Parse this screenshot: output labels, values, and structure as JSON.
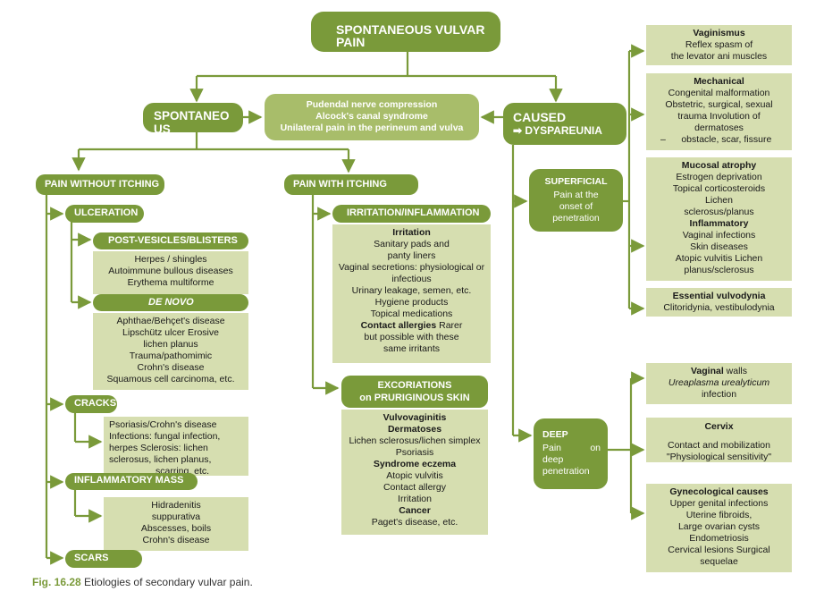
{
  "root": "SPONTANEOUS VULVAR PAIN",
  "spontaneous": "SPONTANEO US",
  "pudendal": [
    "Pudendal nerve compression",
    "Alcock's canal syndrome",
    "Unilateral pain in the perineum and vulva"
  ],
  "caused": {
    "line1": "CAUSED",
    "arrow": "➡",
    "line2": "DYSPAREUNIA"
  },
  "pain_without_itching": "PAIN WITHOUT ITCHING",
  "ulceration": "ULCERATION",
  "post_vesicles": "POST-VESICLES/BLISTERS",
  "post_vesicles_items": [
    "Herpes / shingles",
    "Autoimmune bullous diseases",
    "Erythema multiforme"
  ],
  "de_novo": "DE NOVO",
  "de_novo_items": [
    "Aphthae/Behçet's disease",
    "Lipschütz ulcer Erosive",
    "lichen planus",
    "Trauma/pathomimic",
    "Crohn's disease",
    "Squamous cell carcinoma, etc."
  ],
  "cracks": "CRACKS",
  "cracks_items": [
    "Psoriasis/Crohn's disease",
    "Infections: fungal infection,",
    "herpes Sclerosis: lichen",
    "sclerosus, lichen planus,",
    "scarring, etc."
  ],
  "inflammatory_mass": "INFLAMMATORY MASS",
  "inflammatory_items": [
    "Hidradenitis",
    "suppurativa",
    "Abscesses, boils",
    "Crohn's disease"
  ],
  "scars": "SCARS",
  "pain_with_itching": "PAIN WITH ITCHING",
  "irritation_hdr": "IRRITATION/INFLAMMATION",
  "irritation": {
    "title": "Irritation",
    "l1": "Sanitary pads and",
    "l2": "panty liners",
    "l3": "Vaginal secretions: physiological or",
    "l4": "infectious",
    "l5": "Urinary leakage, semen, etc.",
    "l6": "Hygiene products",
    "l7": "Topical medications",
    "contact_bold": "Contact allergies",
    "contact_rest": " Rarer",
    "l9": "but possible with these",
    "l10": "same irritants"
  },
  "excoriations": [
    "EXCORIATIONS",
    "on PRURIGINOUS SKIN"
  ],
  "excoriations_box": {
    "t1": "Vulvovaginitis",
    "t2": "Dermatoses",
    "l1": "Lichen sclerosus/lichen simplex",
    "l2": "Psoriasis",
    "t3": "Syndrome eczema",
    "l3": "Atopic vulvitis",
    "l4": "Contact allergy",
    "l5": "Irritation",
    "t4": "Cancer",
    "l6": "Paget's disease, etc."
  },
  "superficial": {
    "title": "SUPERFICIAL",
    "l1": "Pain at the",
    "l2": "onset of",
    "l3": "penetration"
  },
  "deep": {
    "title": "DEEP",
    "l1a": "Pain",
    "l1b": "on",
    "l2": "deep",
    "l3": "penetration"
  },
  "vaginismus": {
    "title": "Vaginismus",
    "l1": "Reflex spasm of",
    "l2": "the levator ani muscles"
  },
  "mechanical": {
    "title": "Mechanical",
    "l1": "Congenital malformation",
    "l2": "Obstetric, surgical, sexual",
    "l3": "trauma Involution of",
    "l4": "dermatoses",
    "l5": "–      obstacle, scar, fissure"
  },
  "mucosal": {
    "title": "Mucosal atrophy",
    "l1": "Estrogen deprivation",
    "l2": "Topical corticosteroids",
    "l3": "Lichen",
    "l4": "sclerosus/planus",
    "t2": "Inflammatory",
    "l5": "Vaginal infections",
    "l6": "Skin diseases",
    "l7": "Atopic vulvitis Lichen",
    "l8": "planus/sclerosus"
  },
  "essential": {
    "title": "Essential vulvodynia",
    "l1": "Clitoridynia, vestibulodynia"
  },
  "vaginal_walls": {
    "bold": "Vaginal",
    "rest": " walls",
    "italic": "Ureaplasma urealyticum",
    "l2": "infection"
  },
  "cervix": {
    "title": "Cervix",
    "l1": "Contact and mobilization",
    "l2": "\"Physiological sensitivity\""
  },
  "gyneco": {
    "title": "Gynecological causes",
    "l1": "Upper genital infections",
    "l2": "Uterine fibroids,",
    "l3": "Large ovarian cysts",
    "l4": "Endometriosis",
    "l5": "Cervical lesions Surgical",
    "l6": "sequelae"
  },
  "caption": {
    "fig": "Fig. 16.28",
    "text": " Etiologies of secondary vulvar pain."
  },
  "colors": {
    "dark_green": "#7a9a3a",
    "light_green": "#d6deb0",
    "white": "#ffffff"
  }
}
